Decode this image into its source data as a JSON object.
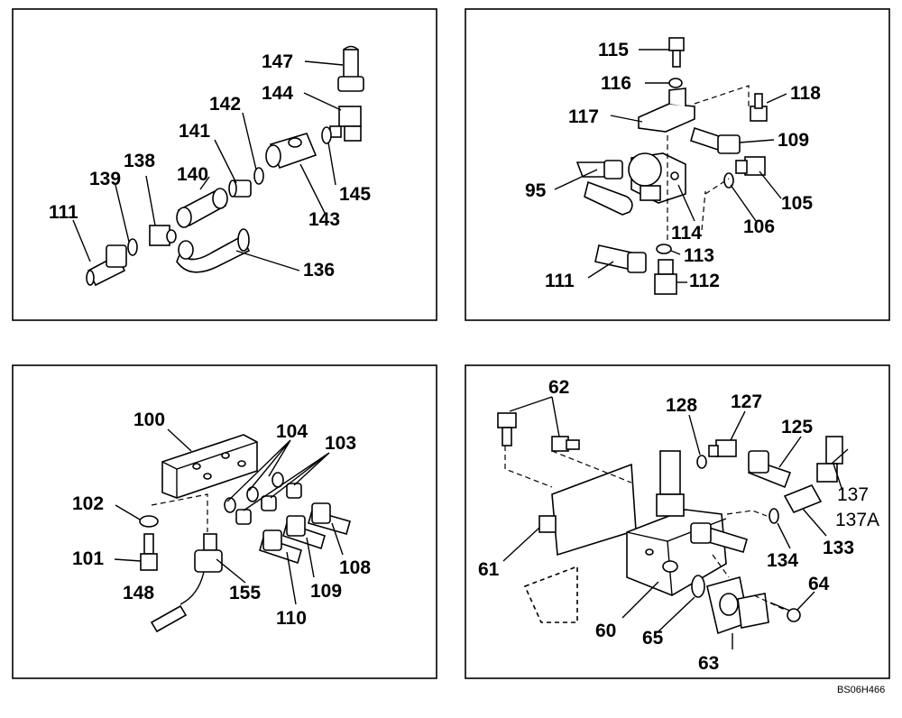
{
  "diagram_code": "BS06H466",
  "panels": [
    {
      "id": "top-left",
      "labels": {
        "l147": "147",
        "l144": "144",
        "l142": "142",
        "l141": "141",
        "l138": "138",
        "l140": "140",
        "l139": "139",
        "l111": "111",
        "l145": "145",
        "l143": "143",
        "l136": "136"
      }
    },
    {
      "id": "top-right",
      "labels": {
        "l115": "115",
        "l116": "116",
        "l118": "118",
        "l117": "117",
        "l109": "109",
        "l95": "95",
        "l105": "105",
        "l106": "106",
        "l114": "114",
        "l113": "113",
        "l111": "111",
        "l112": "112"
      }
    },
    {
      "id": "bottom-left",
      "labels": {
        "l100": "100",
        "l104": "104",
        "l103": "103",
        "l102": "102",
        "l101": "101",
        "l148": "148",
        "l155": "155",
        "l108": "108",
        "l109": "109",
        "l110": "110"
      }
    },
    {
      "id": "bottom-right",
      "labels": {
        "l62": "62",
        "l128": "128",
        "l127": "127",
        "l125": "125",
        "l137": "137",
        "l137a": "137A",
        "l61": "61",
        "l134": "134",
        "l133": "133",
        "l64": "64",
        "l60": "60",
        "l65": "65",
        "l63": "63"
      }
    }
  ]
}
